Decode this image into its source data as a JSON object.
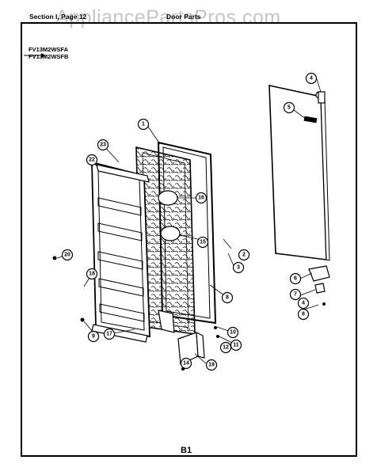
{
  "header": {
    "section": "Section I, Page 12",
    "title": "Door Parts"
  },
  "watermark": "AppliancePartsPros.com",
  "models": [
    "FV13M2WSFA",
    "FV13M2WSFB"
  ],
  "footer": {
    "page_code": "B1"
  },
  "callouts": [
    {
      "id": "c1",
      "text": "1"
    },
    {
      "id": "c2",
      "text": "2"
    },
    {
      "id": "c3",
      "text": "3"
    },
    {
      "id": "c4a",
      "text": "4"
    },
    {
      "id": "c4b",
      "text": "4"
    },
    {
      "id": "c5",
      "text": "5"
    },
    {
      "id": "c6",
      "text": "6"
    },
    {
      "id": "c7",
      "text": "7"
    },
    {
      "id": "c8a",
      "text": "8"
    },
    {
      "id": "c8b",
      "text": "8"
    },
    {
      "id": "c9",
      "text": "9"
    },
    {
      "id": "c10",
      "text": "10"
    },
    {
      "id": "c11",
      "text": "11"
    },
    {
      "id": "c12",
      "text": "12"
    },
    {
      "id": "c14",
      "text": "14"
    },
    {
      "id": "c15",
      "text": "15"
    },
    {
      "id": "c16",
      "text": "16"
    },
    {
      "id": "c17",
      "text": "17"
    },
    {
      "id": "c18a",
      "text": "18"
    },
    {
      "id": "c18b",
      "text": "18"
    },
    {
      "id": "c19",
      "text": "19"
    },
    {
      "id": "c20",
      "text": "20"
    },
    {
      "id": "c22",
      "text": "22"
    },
    {
      "id": "c23",
      "text": "23"
    }
  ]
}
